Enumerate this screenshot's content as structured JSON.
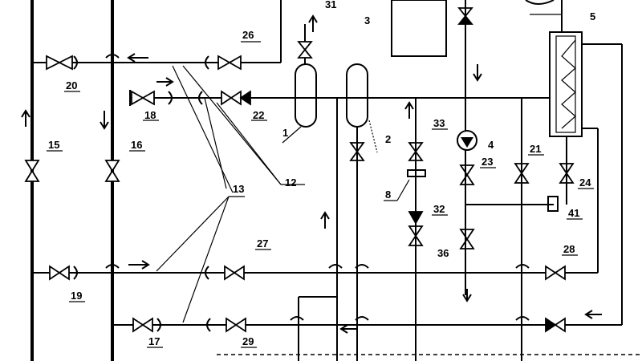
{
  "diagram": {
    "labels": {
      "l1": "1",
      "l2": "2",
      "l3": "3",
      "l4": "4",
      "l5": "5",
      "l8": "8",
      "l12": "12",
      "l13": "13",
      "l15": "15",
      "l16": "16",
      "l17": "17",
      "l18": "18",
      "l19": "19",
      "l20": "20",
      "l21": "21",
      "l22": "22",
      "l23": "23",
      "l24": "24",
      "l26": "26",
      "l27": "27",
      "l28": "28",
      "l29": "29",
      "l32": "32",
      "l33": "33",
      "l36": "36",
      "l41": "41",
      "l31": "31"
    }
  }
}
